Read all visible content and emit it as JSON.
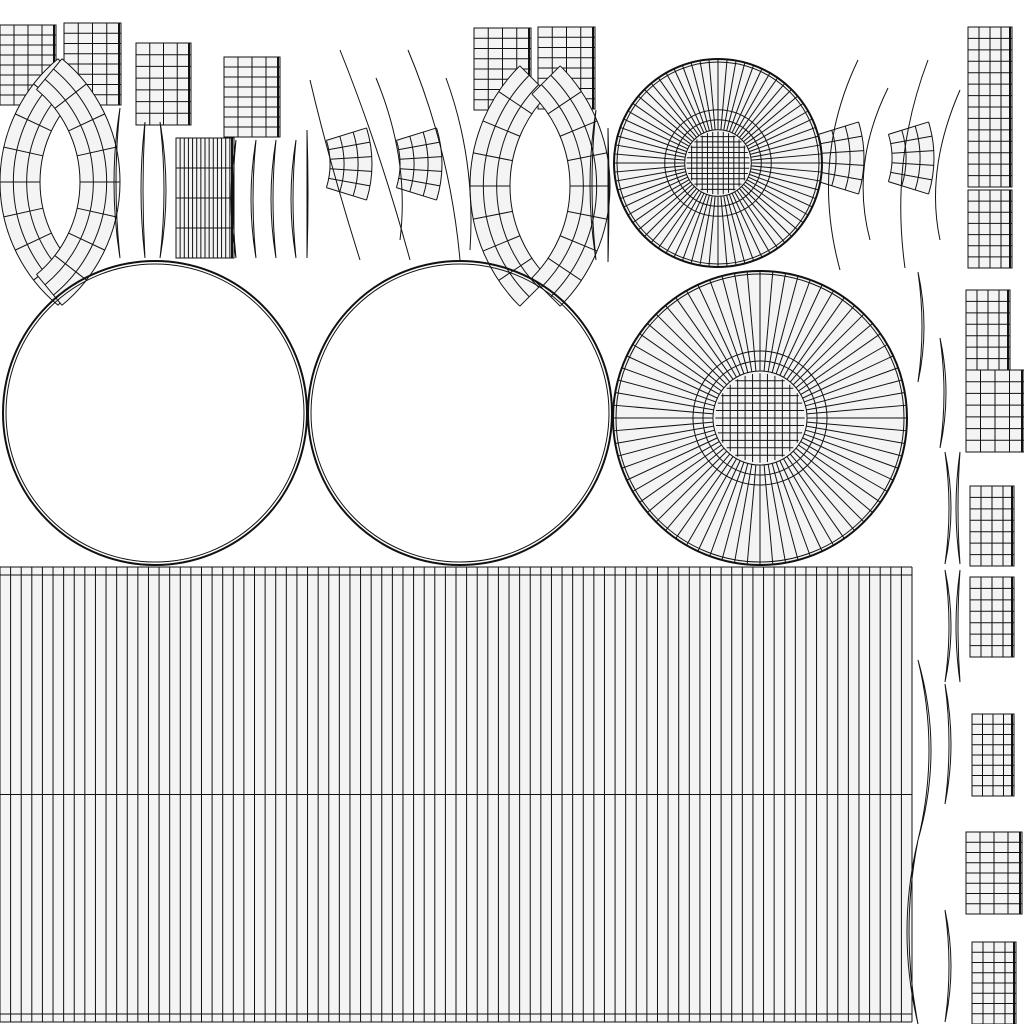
{
  "image": {
    "kind": "uv-layout-wireframe",
    "background_color": "#ffffff",
    "line_color": "#111111",
    "fill_color": "#f4f4f4"
  },
  "islands": {
    "small_grid_patches": 16,
    "curved_strip_patches": 6,
    "fan_patches": 4,
    "radial_disks": 2,
    "ring_outlines": 2,
    "large_strip_block": 1,
    "thin_arc_slivers": 20
  },
  "radial_disk_top": {
    "spokes": 72,
    "rings": 3,
    "core_grid": 12
  },
  "radial_disk_mid": {
    "spokes": 72,
    "rings": 3,
    "core_grid": 12
  },
  "large_strip_block": {
    "columns": 86,
    "rows": 2
  }
}
